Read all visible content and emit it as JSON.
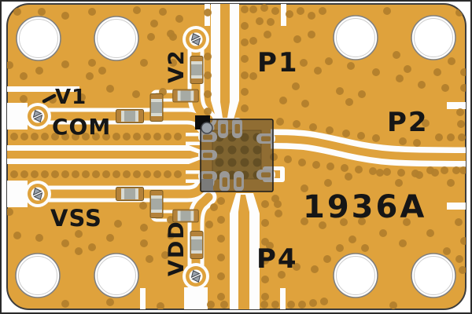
{
  "board": {
    "silkscreen": {
      "v1": "V1",
      "com": "COM",
      "v2": "V2",
      "vss": "VSS",
      "vdd": "VDD",
      "p1": "P1",
      "p2": "P2",
      "p4": "P4",
      "marking": "1936A"
    },
    "colors": {
      "substrate_gold": "#DFA23C",
      "thermal_pad_gold": "#C09238",
      "via_dot": "#B2802C",
      "thermal_via_dot": "#8F6C22",
      "silkscreen_black": "#161616",
      "clearance_white": "#FDFDFD",
      "chip_overlay": "rgba(48,44,40,0.45)",
      "component_tan": "#B4823A",
      "component_grey": "#A6AAA4",
      "component_stripe": "#D8DAD2",
      "hole_ring_grey": "#808080",
      "background_white": "#FFFFFF"
    }
  }
}
